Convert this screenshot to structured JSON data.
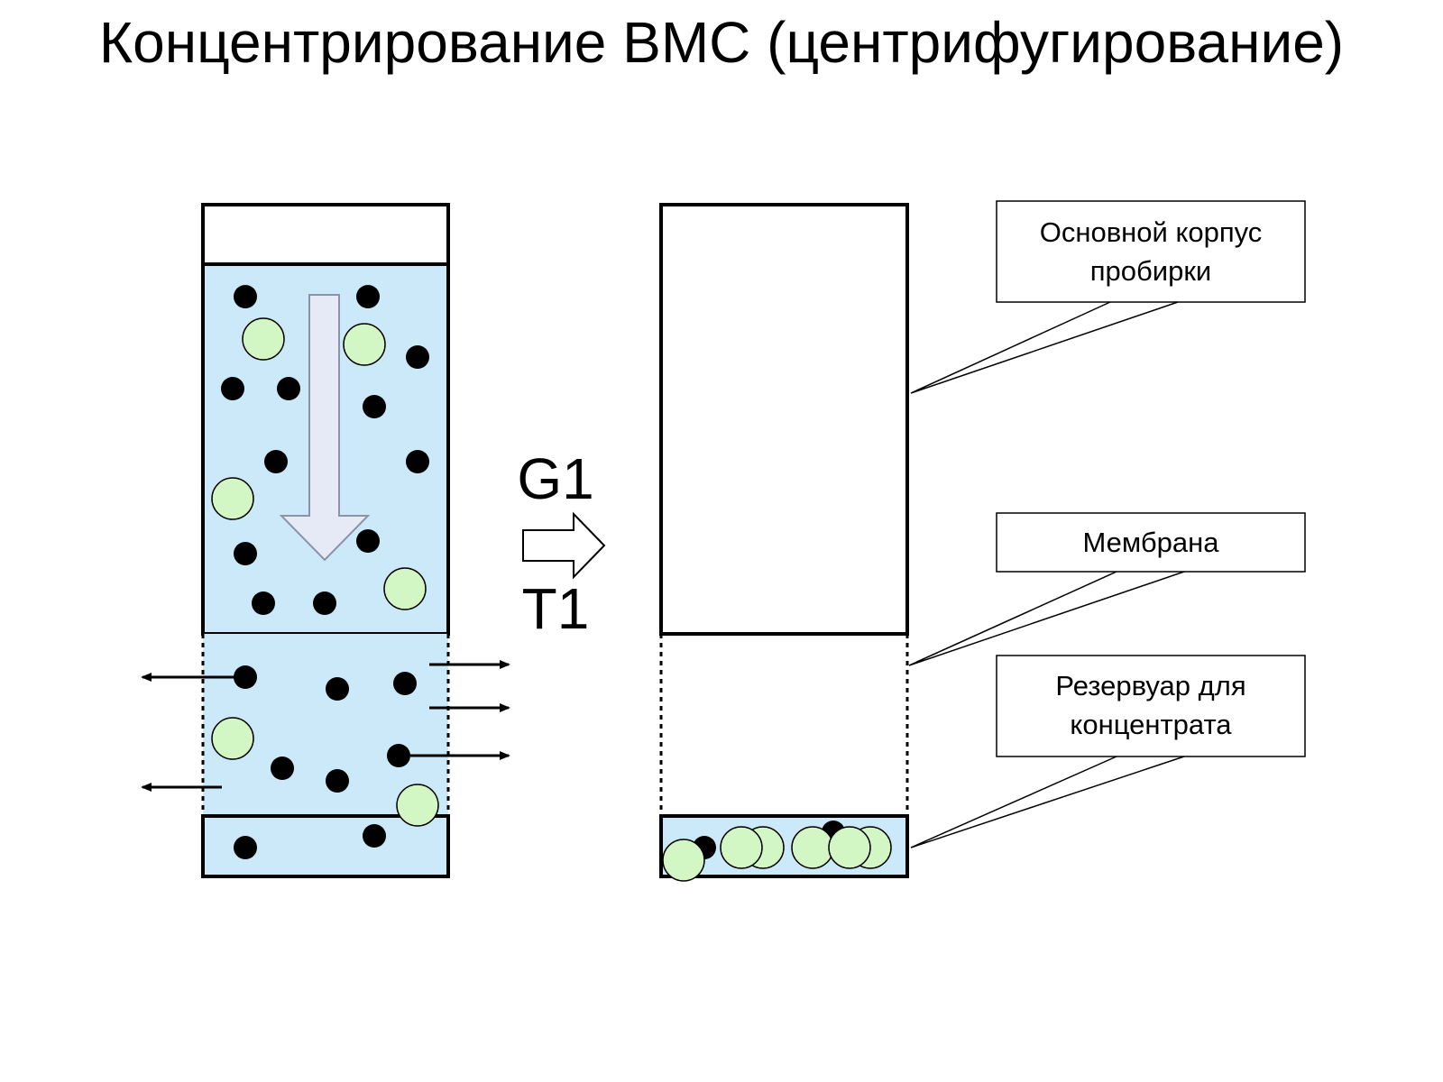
{
  "title": "Концентрирование ВМС (центрифугирование)",
  "process": {
    "label_top": "G1",
    "label_bottom": "T1"
  },
  "callouts": [
    {
      "lines": [
        "Основной корпус",
        "пробирки"
      ]
    },
    {
      "lines": [
        "Мембрана"
      ]
    },
    {
      "lines": [
        "Резервуар для",
        "концентрата"
      ]
    }
  ],
  "colors": {
    "liquid": "#cce9fa",
    "large_particle": "#d3f7c4",
    "small_particle": "#000000",
    "tube_outline": "#000000",
    "force_arrow": "#e6eaf6"
  },
  "legend_icons": {
    "large_particle": "light-green-circle",
    "small_particle": "black-dot"
  }
}
